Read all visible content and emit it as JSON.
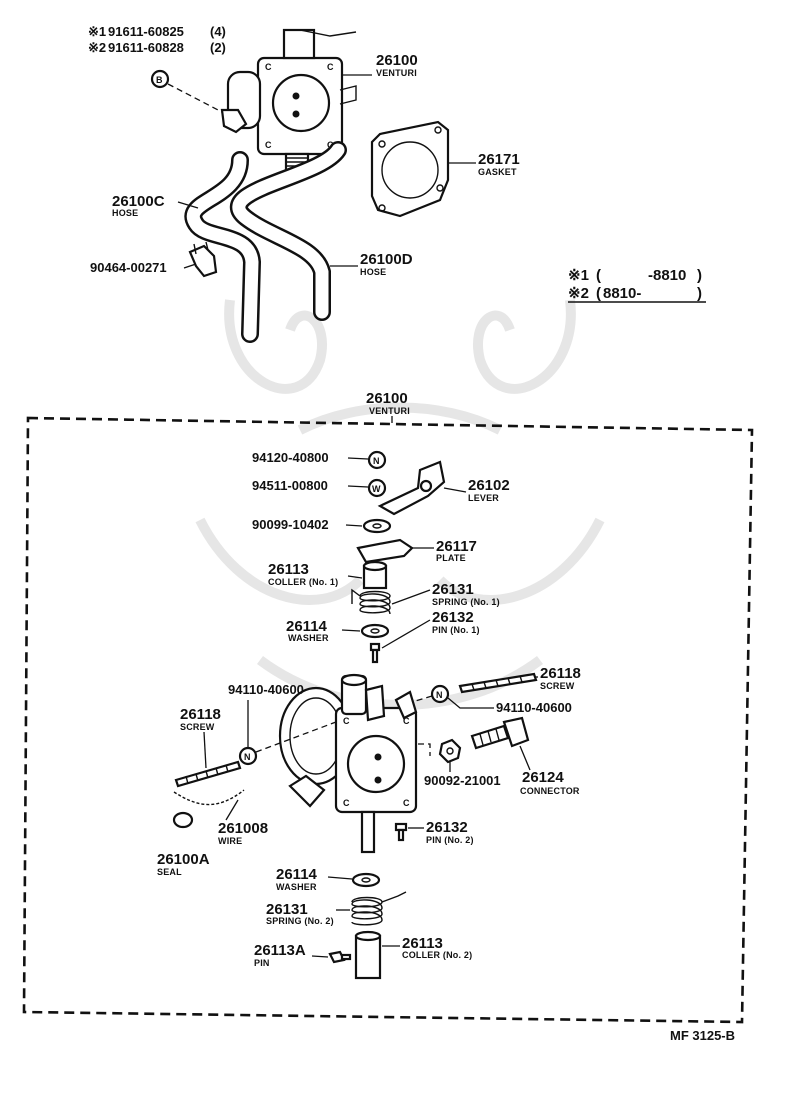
{
  "top": {
    "applicability": [
      {
        "mark": "※1",
        "part": "91611-60825",
        "qty": "(4)"
      },
      {
        "mark": "※2",
        "part": "91611-60828",
        "qty": "(2)"
      }
    ],
    "bolt_marker": "B",
    "venturi": {
      "num": "26100",
      "cap": "VENTURI"
    },
    "gasket": {
      "num": "26171",
      "cap": "GASKET"
    },
    "hose_c": {
      "num": "26100C",
      "cap": "HOSE"
    },
    "hose_d": {
      "num": "26100D",
      "cap": "HOSE"
    },
    "clip": {
      "num": "90464-00271"
    }
  },
  "legend": [
    {
      "mark": "※1",
      "open": "(",
      "from": "",
      "to": "-8810",
      "close": ")"
    },
    {
      "mark": "※2",
      "open": "(",
      "from": "8810-",
      "to": "",
      "close": ")"
    }
  ],
  "detail": {
    "header": {
      "num": "26100",
      "cap": "VENTURI"
    },
    "labels": {
      "nut_top": {
        "num": "94120-40800",
        "marker": "N"
      },
      "washer_top": {
        "num": "94511-00800",
        "marker": "W"
      },
      "lever": {
        "num": "26102",
        "cap": "LEVER"
      },
      "washer_90099": {
        "num": "90099-10402"
      },
      "plate": {
        "num": "26117",
        "cap": "PLATE"
      },
      "coller1": {
        "num": "26113",
        "cap": "COLLER (No. 1)"
      },
      "spring1": {
        "num": "26131",
        "cap": "SPRING (No. 1)"
      },
      "washer1": {
        "num": "26114",
        "cap": "WASHER"
      },
      "pin1": {
        "num": "26132",
        "cap": "PIN (No. 1)"
      },
      "nut_left": {
        "num": "94110-40600",
        "marker": "N"
      },
      "screw_left": {
        "num": "26118",
        "cap": "SCREW"
      },
      "screw_right": {
        "num": "26118",
        "cap": "SCREW"
      },
      "nut_right": {
        "num": "94110-40600",
        "marker": "N"
      },
      "nut_90092": {
        "num": "90092-21001"
      },
      "connector": {
        "num": "26124",
        "cap": "CONNECTOR"
      },
      "wire": {
        "num": "261008",
        "cap": "WIRE"
      },
      "seal": {
        "num": "26100A",
        "cap": "SEAL"
      },
      "pin2": {
        "num": "26132",
        "cap": "PIN (No. 2)"
      },
      "washer2": {
        "num": "26114",
        "cap": "WASHER"
      },
      "spring2": {
        "num": "26131",
        "cap": "SPRING (No. 2)"
      },
      "pin_a": {
        "num": "26113A",
        "cap": "PIN"
      },
      "coller2": {
        "num": "26113",
        "cap": "COLLER (No. 2)"
      }
    }
  },
  "footer": {
    "code": "MF 3125-B"
  }
}
